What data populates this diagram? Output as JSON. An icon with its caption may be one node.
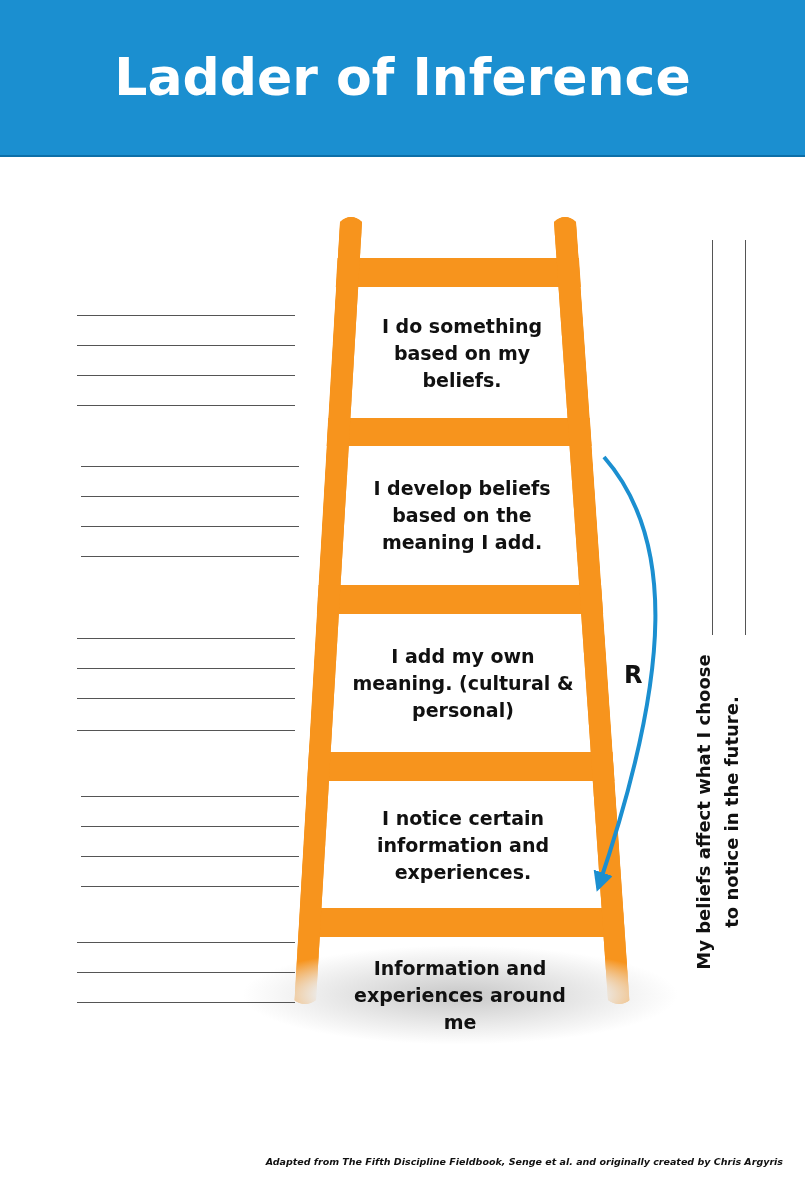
{
  "diagram": {
    "title": "Ladder of Inference",
    "nodes": [
      {
        "text": [
          "I do something based on my beliefs."
        ]
      },
      {
        "text": [
          "I develop beliefs based on the meaning I add."
        ]
      },
      {
        "text": [
          "I add my own meaning. (cultural & personal)"
        ]
      },
      {
        "text": [
          "I notice certain information and experiences."
        ]
      },
      {
        "text": [
          "Information and experiences around me"
        ]
      }
    ],
    "edges": [
      {
        "from": 1,
        "to": 3,
        "arrow": "to",
        "label": "R"
      }
    ],
    "labels": [
      "My beliefs affect what I choose to notice in the future.",
      "Adapted from The Fifth Discipline Fieldbook, Senge et al. and originally created by Chris Argyris"
    ]
  }
}
